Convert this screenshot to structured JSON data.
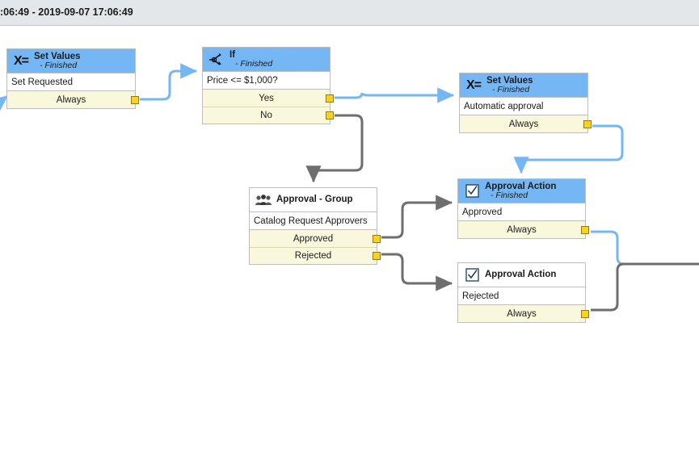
{
  "header": {
    "timestamp": ":06:49 - 2019-09-07 17:06:49"
  },
  "colors": {
    "header_bar": "#e4e7e9",
    "node_active_header": "#74b7f4",
    "node_port_band": "#faf8dc",
    "port_dot": "#ffd21a",
    "edge_executed": "#74b7f4",
    "edge_not_executed": "#6e6e6e",
    "canvas": "#ffffff"
  },
  "nodes": [
    {
      "id": "set-values-1",
      "icon": "x-equals-icon",
      "title": "Set Values",
      "status": "- Finished",
      "active": true,
      "body": "Set Requested",
      "ports": [
        {
          "label": "Always"
        }
      ]
    },
    {
      "id": "if",
      "icon": "branch-icon",
      "title": "If",
      "status": "- Finished",
      "active": true,
      "body": "Price <= $1,000?",
      "ports": [
        {
          "label": "Yes"
        },
        {
          "label": "No"
        }
      ]
    },
    {
      "id": "set-values-2",
      "icon": "x-equals-icon",
      "title": "Set Values",
      "status": "- Finished",
      "active": true,
      "body": "Automatic approval",
      "ports": [
        {
          "label": "Always"
        }
      ]
    },
    {
      "id": "approval-group",
      "icon": "group-people-icon",
      "title": "Approval - Group",
      "status": "",
      "active": false,
      "body": "Catalog Request Approvers",
      "ports": [
        {
          "label": "Approved"
        },
        {
          "label": "Rejected"
        }
      ]
    },
    {
      "id": "approval-action-approved",
      "icon": "checkbox-icon",
      "title": "Approval Action",
      "status": "- Finished",
      "active": true,
      "body": "Approved",
      "ports": [
        {
          "label": "Always"
        }
      ]
    },
    {
      "id": "approval-action-rejected",
      "icon": "checkbox-icon",
      "title": "Approval Action",
      "status": "",
      "active": false,
      "body": "Rejected",
      "ports": [
        {
          "label": "Always"
        }
      ]
    }
  ]
}
